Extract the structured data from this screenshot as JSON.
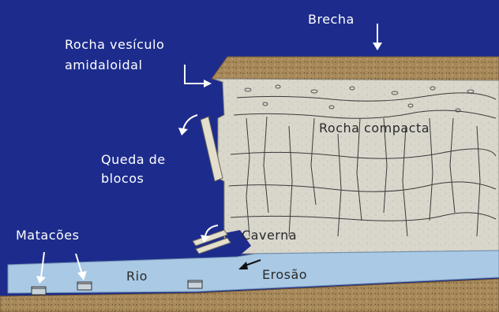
{
  "labels": {
    "brecha": "Brecha",
    "rocha_vesiculo_line1": "Rocha vesículo",
    "rocha_vesiculo_line2": "amidaloidal",
    "rocha_compacta": "Rocha compacta",
    "queda_line1": "Queda de",
    "queda_line2": "blocos",
    "caverna": "Caverna",
    "matacoes": "Matacões",
    "rio": "Rio",
    "erosao": "Erosão"
  },
  "colors": {
    "sky": "#1d2c8c",
    "sediment": "#a8895a",
    "rock": "#d9d6cc",
    "river": "#a9c9e4",
    "crack": "#3a3a3a",
    "label_light": "#ffffff",
    "label_dark": "#2a2a2a"
  }
}
